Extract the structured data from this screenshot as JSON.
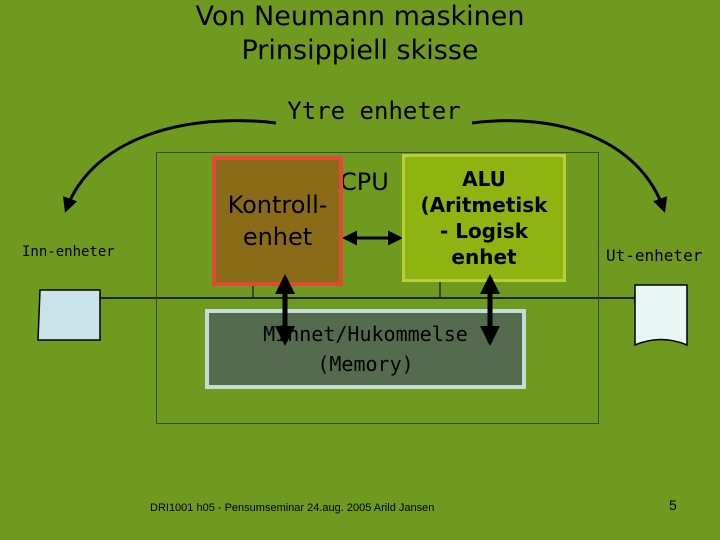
{
  "slide": {
    "title_line1": "Von Neumann maskinen",
    "title_line2": "Prinsippiell skisse",
    "subtitle": "Ytre enheter"
  },
  "diagram": {
    "cpu_label": "CPU",
    "control_unit": "Kontroll-\nenhet",
    "alu": "ALU\n(Aritmetisk\n- Logisk\nenhet",
    "memory": "Minnet/Hukommelse\n(Memory)",
    "input_label": "Inn-enheter",
    "output_label": "Ut-enheter"
  },
  "footer": {
    "text": "DRI1001 h05 - Pensumseminar 24.aug. 2005 Arild Jansen",
    "page": "5"
  },
  "colors": {
    "background": "#6e9a1f",
    "control_fill": "#8a6c18",
    "control_border": "#e24a35",
    "alu_fill": "#8fb412",
    "alu_border": "#b6d038",
    "memory_fill": "#546b4e",
    "memory_border": "#c2ddd6",
    "device_fill": "#c8e4ea"
  }
}
